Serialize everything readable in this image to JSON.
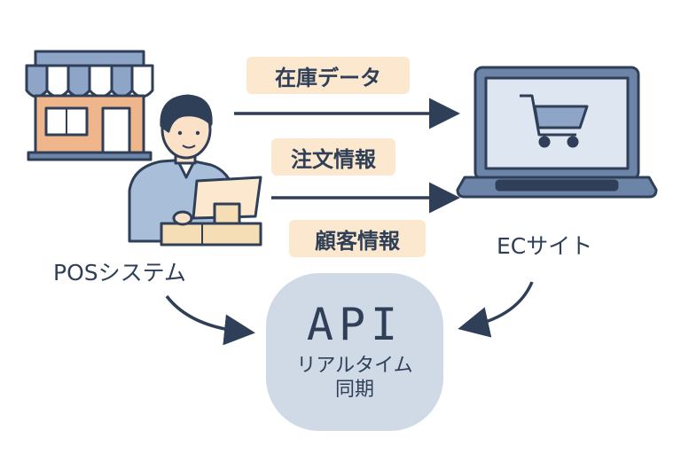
{
  "nodes": {
    "pos_label": "POSシステム",
    "ec_label": "ECサイト",
    "hub_title": "API",
    "hub_line1": "リアルタイム",
    "hub_line2": "同期"
  },
  "flows": [
    {
      "label": "在庫データ"
    },
    {
      "label": "注文情報"
    },
    {
      "label": "顧客情報"
    }
  ],
  "colors": {
    "outline": "#2f3f57",
    "accent_label_bg": "#fbe8cf",
    "hub_bg": "#cfdae6",
    "shop_wall": "#f0b68b",
    "awning_blue": "#8ea5c8",
    "shirt_blue": "#a9bfd9",
    "box_beige": "#f5ddb5",
    "laptop_screen": "#dde6f1",
    "laptop_body": "#6b84a8"
  },
  "icons": [
    "store-icon",
    "cashier-person-icon",
    "pos-terminal-icon",
    "laptop-icon",
    "shopping-cart-icon"
  ]
}
